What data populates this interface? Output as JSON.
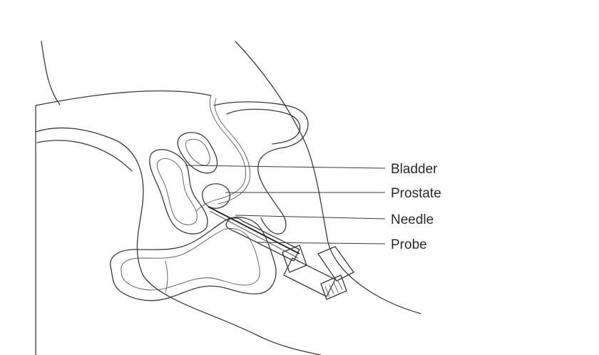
{
  "figure": {
    "labels": [
      {
        "id": "bladder",
        "text": "Bladder"
      },
      {
        "id": "prostate",
        "text": "Prostate"
      },
      {
        "id": "needle",
        "text": "Needle"
      },
      {
        "id": "probe",
        "text": "Probe"
      }
    ]
  },
  "colors": {
    "background": "#ffffff",
    "organ_fill": "#d3eaf0",
    "outline": "#3a3a3a"
  }
}
